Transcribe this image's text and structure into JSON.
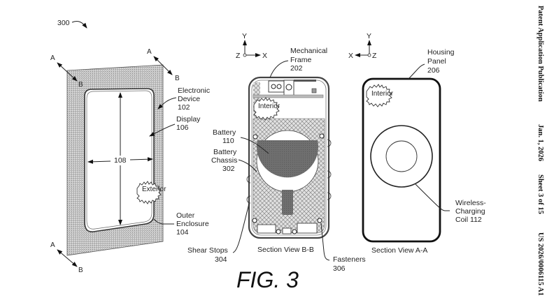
{
  "figure": {
    "ref_number": "300",
    "caption": "FIG. 3"
  },
  "header": {
    "publication": "Patent Application Publication",
    "date": "Jan. 1, 2026",
    "sheet": "Sheet 3 of 15",
    "number": "US 2026/0006115 A1"
  },
  "left_view": {
    "section_markers": {
      "a": "A",
      "b": "B"
    },
    "dimension": "108",
    "bubble": "Exterior",
    "labels": {
      "device": [
        "Electronic",
        "Device",
        "102"
      ],
      "display": [
        "Display",
        "106"
      ],
      "enclosure": [
        "Outer",
        "Enclosure",
        "104"
      ]
    }
  },
  "middle_view": {
    "axes": {
      "y": "Y",
      "x": "X",
      "z": "Z"
    },
    "bubble": "Interior",
    "title": "Section View B-B",
    "labels": {
      "frame": [
        "Mechanical",
        "Frame",
        "202"
      ],
      "battery": [
        "Battery",
        "110"
      ],
      "chassis": [
        "Battery",
        "Chassis",
        "302"
      ],
      "shear": [
        "Shear Stops",
        "304"
      ],
      "fasteners": [
        "Fasteners",
        "306"
      ]
    }
  },
  "right_view": {
    "axes": {
      "y": "Y",
      "x": "X",
      "z": "Z"
    },
    "bubble": "Interior",
    "title": "Section View A-A",
    "labels": {
      "housing": [
        "Housing",
        "Panel",
        "206"
      ],
      "coil": [
        "Wireless-",
        "Charging",
        "Coil 112"
      ]
    }
  }
}
